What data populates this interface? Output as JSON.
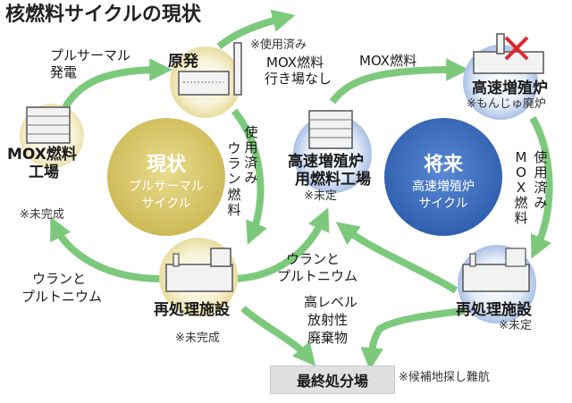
{
  "title": "核燃料サイクルの現状",
  "nodes": {
    "mox_plant": {
      "label_line1": "MOX燃料",
      "label_line2": "工場",
      "note": "※未完成"
    },
    "npp": {
      "label": "原発",
      "note_lines": [
        "※使用済み",
        "MOX燃料",
        "行き場なし"
      ]
    },
    "fbr_fuel_plant": {
      "label_line1": "高速増殖炉",
      "label_line2": "用燃料工場",
      "note": "※未定"
    },
    "fbr": {
      "label": "高速増殖炉",
      "note": "※もんじゅ廃炉"
    },
    "reprocessing_left": {
      "label": "再処理施設",
      "note": "※未完成"
    },
    "reprocessing_right": {
      "label": "再処理施設",
      "note": "※未定"
    },
    "disposal": {
      "label": "最終処分場",
      "note": "※候補地探し難航"
    }
  },
  "flows": {
    "pluthermal_gen": [
      "プルサーマル",
      "発電"
    ],
    "mox_fuel_top": "MOX燃料",
    "spent_uranium": [
      "使",
      "用",
      "済",
      "み",
      "ウ",
      "ラ",
      "ン",
      "燃",
      "料"
    ],
    "spent_mox": [
      "使",
      "用",
      "済",
      "み",
      "M",
      "O",
      "X",
      "燃",
      "料"
    ],
    "u_pu_left": [
      "ウランと",
      "プルトニウム"
    ],
    "u_pu_center": [
      "ウランと",
      "プルトニウム"
    ],
    "hlw": [
      "高レベル",
      "放射性",
      "廃棄物"
    ]
  },
  "cycles": {
    "current": {
      "title": "現状",
      "sub_line1": "プルサーマル",
      "sub_line2": "サイクル"
    },
    "future": {
      "title": "将来",
      "sub_line1": "高速増殖炉",
      "sub_line2": "サイクル"
    }
  },
  "colors": {
    "arrow_green": "#7cc97c",
    "current_circle": "#d9c76a",
    "future_circle": "#3f73c6",
    "node_glow_yellow": "#efe6b4",
    "node_glow_blue": "#bcd0ee",
    "cross_red": "#e0262d"
  }
}
